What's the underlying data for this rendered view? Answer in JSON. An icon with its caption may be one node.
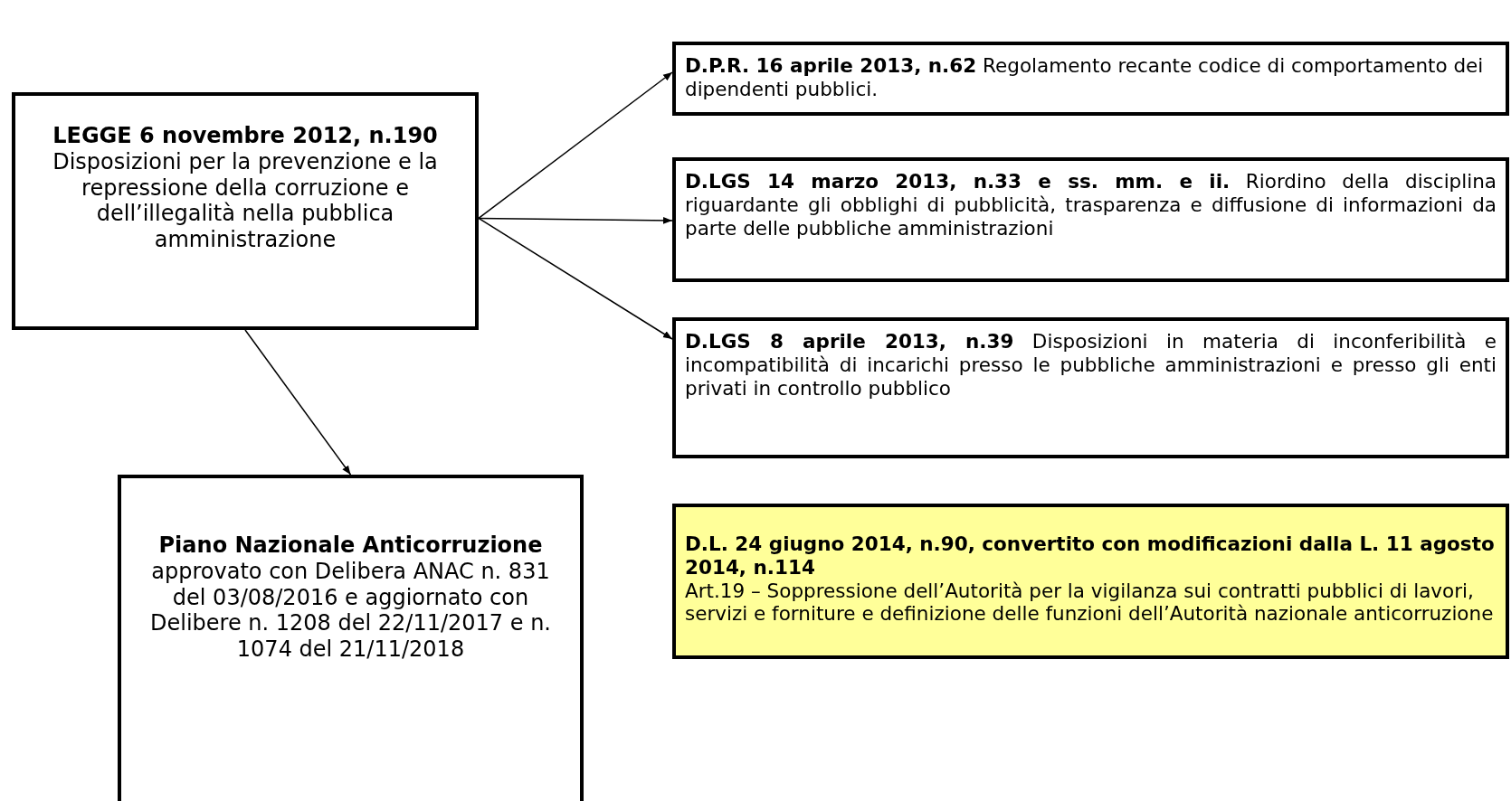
{
  "diagram": {
    "nodes": [
      {
        "text": [
          "LEGGE 6 novembre 2012, n.190",
          "Disposizioni per la prevenzione e la repressione della corruzione e dell’illegalità nella pubblica amministrazione"
        ]
      },
      {
        "text": [
          "**D.P.R.  16 aprile 2013, n.62** Regolamento recante codice di comportamento dei dipendenti pubblici."
        ]
      },
      {
        "text": [
          "**D.LGS  14 marzo 2013, n.33 e ss. mm. e ii.** Riordino della disciplina riguardante gli obblighi di pubblicità, trasparenza e diffusione di informazioni da parte delle pubbliche amministrazioni"
        ]
      },
      {
        "text": [
          "**D.LGS  8 aprile 2013, n.39** Disposizioni in materia di inconferibilità e incompatibilità di incarichi presso le pubbliche amministrazioni e presso gli enti privati in controllo pubblico"
        ]
      },
      {
        "text": [
          "D.L. 24 giugno 2014, n.90, convertito con modificazioni dalla L. 11 agosto 2014, n.114",
          "Art.19 – Soppressione dell’Autorità per la vigilanza sui contratti pubblici di lavori, servizi e forniture e definizione delle funzioni dell’Autorità nazionale anticorruzione"
        ]
      },
      {
        "text": [
          "Piano Nazionale Anticorruzione",
          "approvato con Delibera ANAC n. 831 del 03/08/2016 e aggiornato con Delibere n. 1208 del 22/11/2017 e n. 1074 del 21/11/2018"
        ]
      }
    ],
    "edges": [
      {
        "from": 0,
        "to": 1,
        "arrow": "to"
      },
      {
        "from": 0,
        "to": 2,
        "arrow": "to"
      },
      {
        "from": 0,
        "to": 3,
        "arrow": "to"
      },
      {
        "from": 0,
        "to": 5,
        "arrow": "to"
      }
    ]
  }
}
